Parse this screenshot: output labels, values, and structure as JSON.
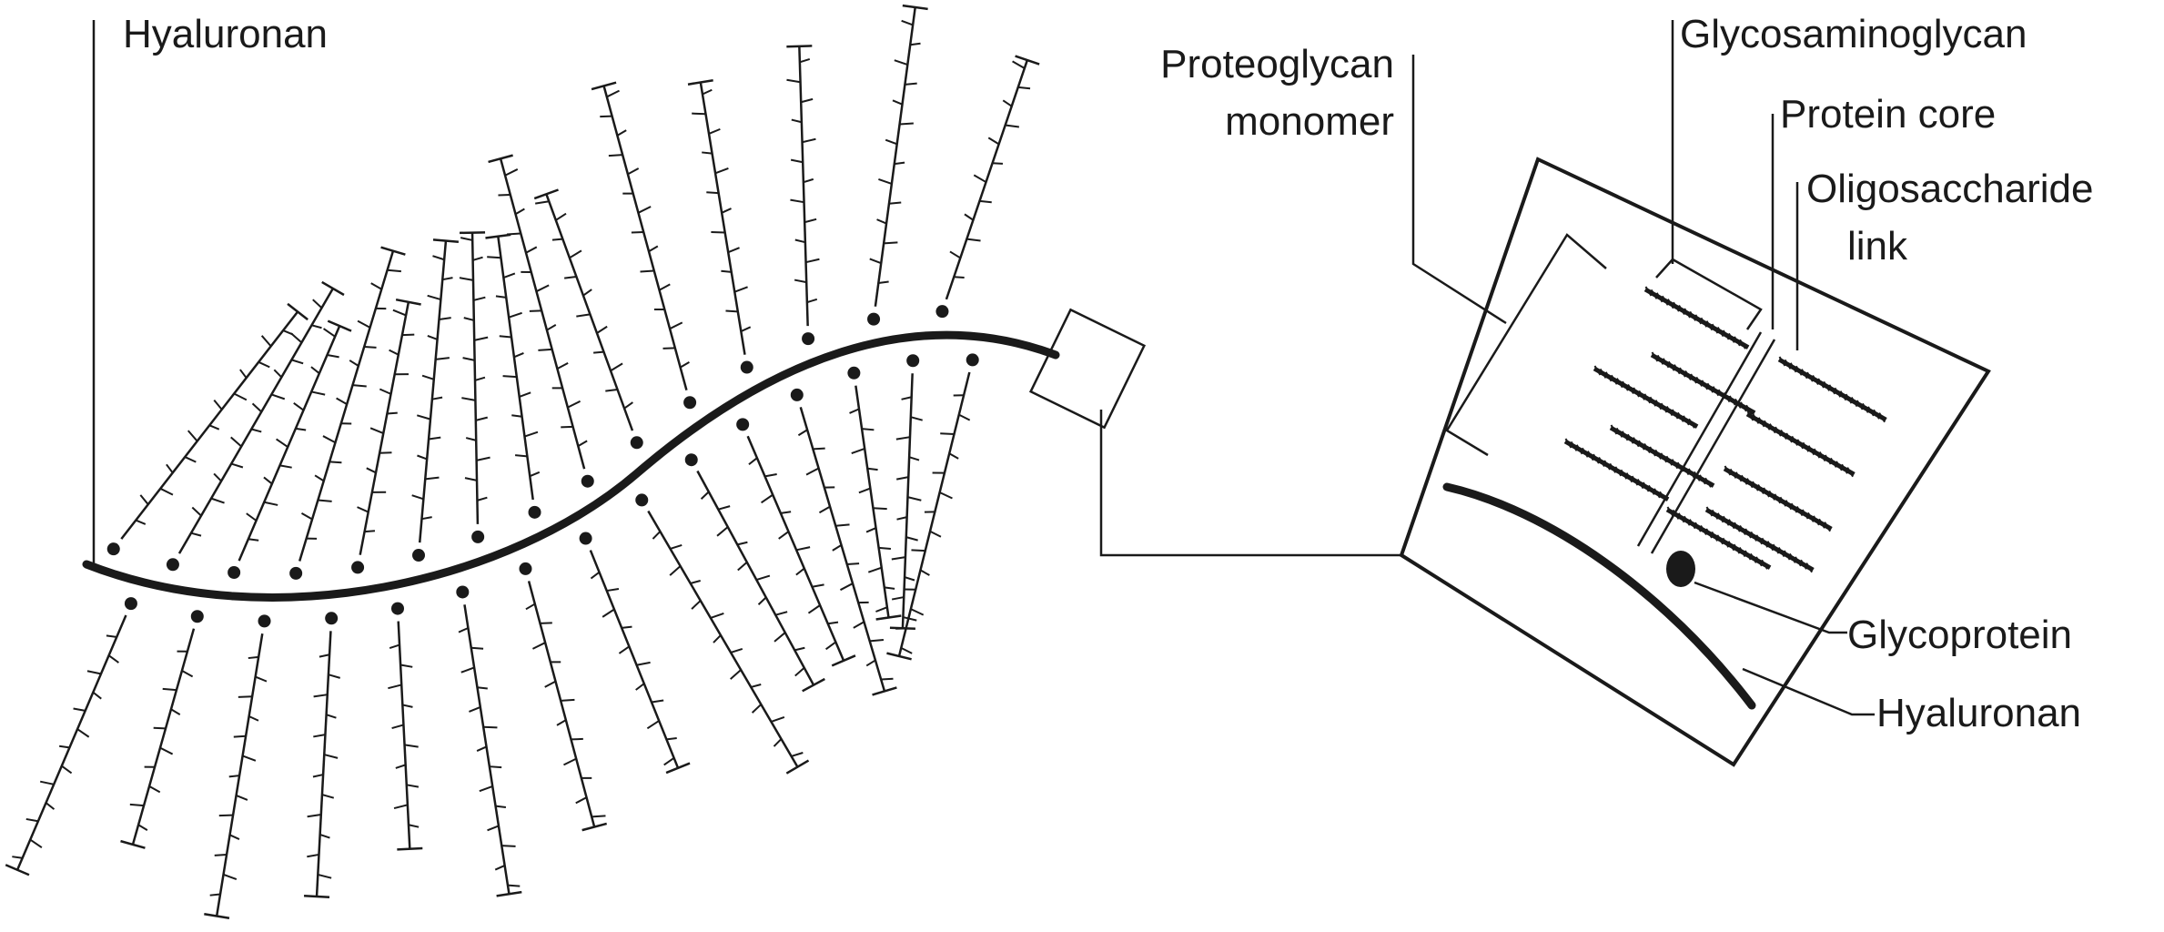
{
  "figure": {
    "left_panel": {
      "hyaluronan_label": "Hyaluronan"
    },
    "right_panel": {
      "proteoglycan_label_line1": "Proteoglycan",
      "proteoglycan_label_line2": "monomer",
      "glycosaminoglycan_label": "Glycosaminoglycan",
      "protein_core_label": "Protein core",
      "oligosaccharide_label_line1": "Oligosaccharide",
      "oligosaccharide_label_line2": "link",
      "glycoprotein_label": "Glycoprotein",
      "hyaluronan_label": "Hyaluronan"
    }
  },
  "colors": {
    "ink": "#1a1a1a",
    "background": "#ffffff"
  }
}
